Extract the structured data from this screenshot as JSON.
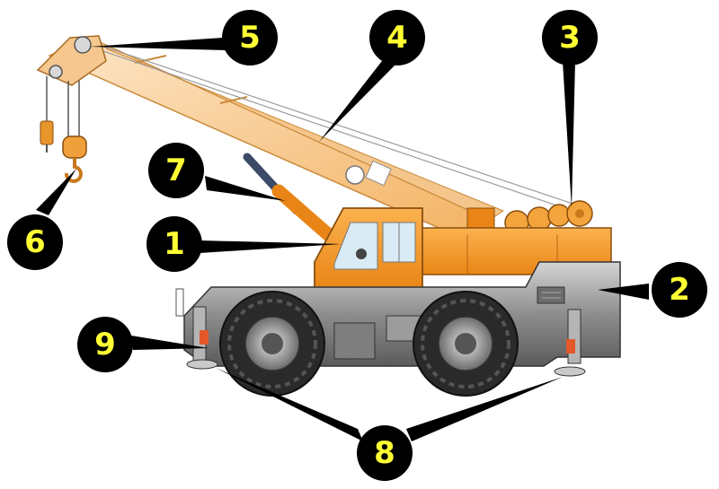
{
  "colors": {
    "crane_orange": "#f59a2a",
    "boom_light": "#fbd7a8",
    "chassis_gray": "#8a8a8a",
    "tire_dark": "#2a2a2a",
    "callout_fill": "#000000",
    "callout_text": "#ffff33",
    "leader_line": "#000000"
  },
  "callouts": [
    {
      "label": "1",
      "part": "cab"
    },
    {
      "label": "2",
      "part": "carrier"
    },
    {
      "label": "3",
      "part": "hoist"
    },
    {
      "label": "4",
      "part": "boom"
    },
    {
      "label": "5",
      "part": "boom-tip"
    },
    {
      "label": "6",
      "part": "hook-block"
    },
    {
      "label": "7",
      "part": "boom-cylinder"
    },
    {
      "label": "8",
      "part": "outrigger-pads"
    },
    {
      "label": "9",
      "part": "outrigger"
    }
  ]
}
